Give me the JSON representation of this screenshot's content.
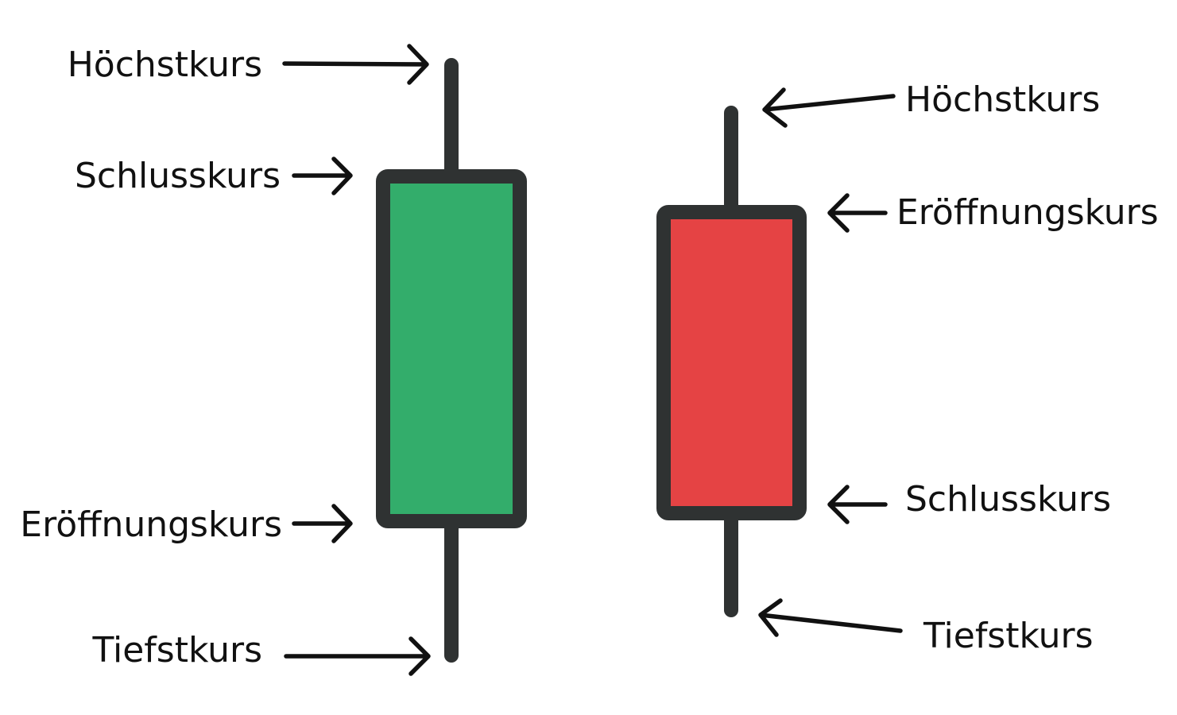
{
  "colors": {
    "bullish_body": "#33ad6b",
    "bearish_body": "#e54344",
    "outline": "#2f3232",
    "arrow": "#111111",
    "background": "#ffffff"
  },
  "bullish_candle": {
    "labels": {
      "high": "Höchstkurs",
      "close": "Schlusskurs",
      "open": "Eröffnungskurs",
      "low": "Tiefstkurs"
    }
  },
  "bearish_candle": {
    "labels": {
      "high": "Höchstkurs",
      "open": "Eröffnungskurs",
      "close": "Schlusskurs",
      "low": "Tiefstkurs"
    }
  }
}
